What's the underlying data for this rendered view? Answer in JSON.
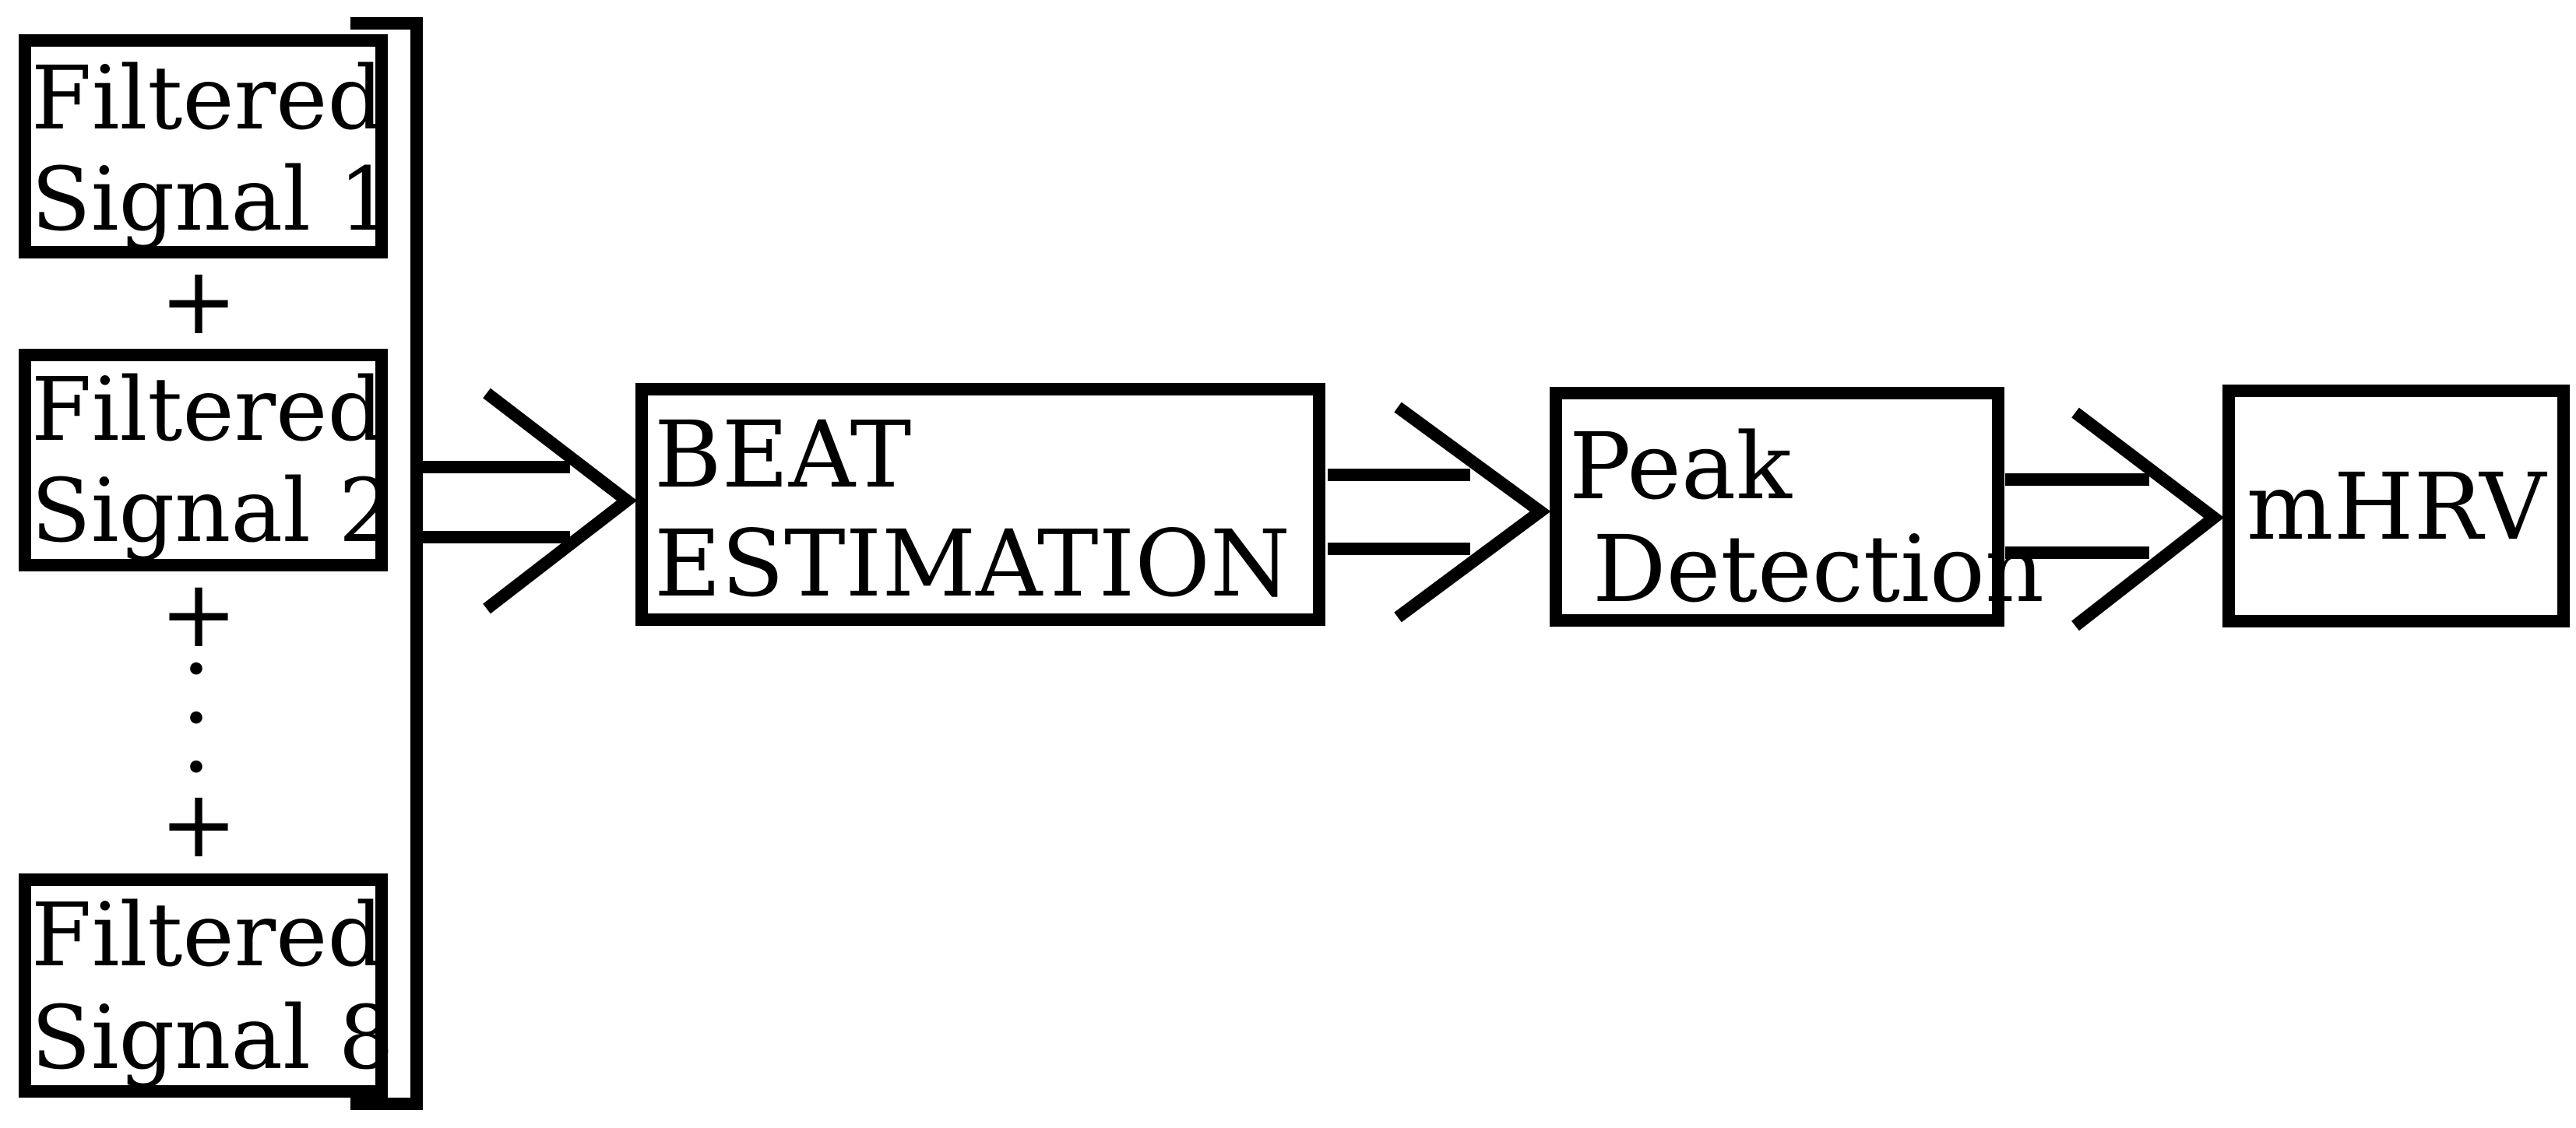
{
  "inputs": [
    {
      "line1": "Filtered",
      "line2": "Signal 1"
    },
    {
      "line1": "Filtered",
      "line2": "Signal 2"
    },
    {
      "line1": "Filtered",
      "line2": "Signal 8"
    }
  ],
  "separators": {
    "plus": "+",
    "dot": "."
  },
  "stages": {
    "beat_estimation": {
      "line1": "BEAT",
      "line2": "ESTIMATION"
    },
    "peak_detection": {
      "line1": "Peak",
      "line2": "Detection"
    },
    "mhrv": {
      "label": "mHRV"
    }
  },
  "colors": {
    "stroke": "#000000",
    "background": "#ffffff"
  }
}
